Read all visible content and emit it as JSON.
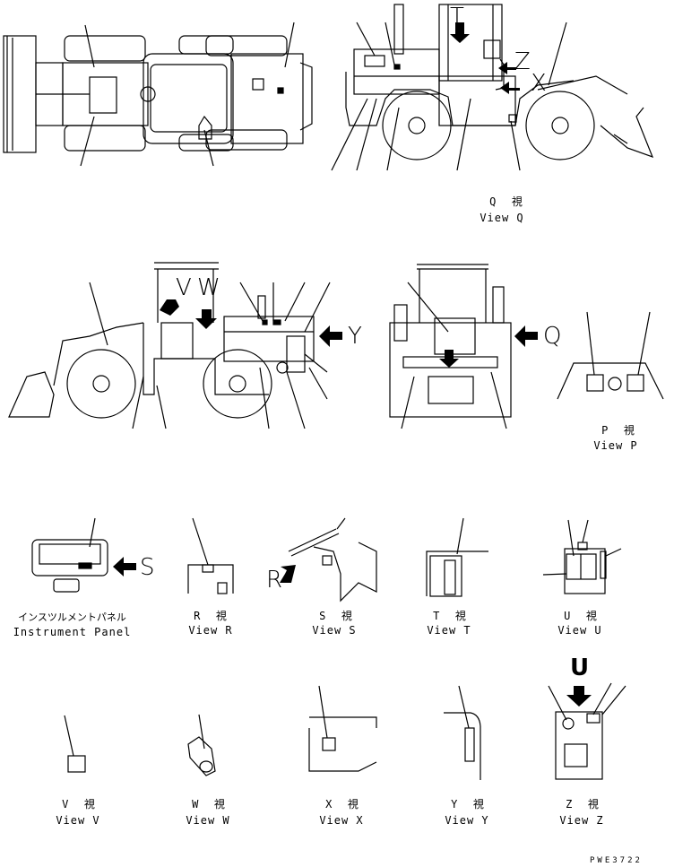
{
  "views": {
    "q": {
      "jp": "Q  視",
      "en": "View Q"
    },
    "p": {
      "jp": "P  視",
      "en": "View P"
    },
    "r": {
      "jp": "R  視",
      "en": "View R"
    },
    "s": {
      "jp": "S  視",
      "en": "View S"
    },
    "t": {
      "jp": "T  視",
      "en": "View T"
    },
    "u": {
      "jp": "U  視",
      "en": "View U"
    },
    "v": {
      "jp": "V  視",
      "en": "View V"
    },
    "w": {
      "jp": "W  視",
      "en": "View W"
    },
    "x": {
      "jp": "X  視",
      "en": "View X"
    },
    "y": {
      "jp": "Y  視",
      "en": "View Y"
    },
    "z": {
      "jp": "Z  視",
      "en": "View Z"
    }
  },
  "instrument_panel": {
    "jp": "インスツルメントパネル",
    "en": "Instrument Panel"
  },
  "arrow_letters": {
    "t": "T",
    "z": "Z",
    "x": "X",
    "y": "Y",
    "q": "Q",
    "v": "V",
    "w": "W",
    "s": "S",
    "r": "R",
    "u": "U"
  },
  "drawing_code": "PWE3722"
}
